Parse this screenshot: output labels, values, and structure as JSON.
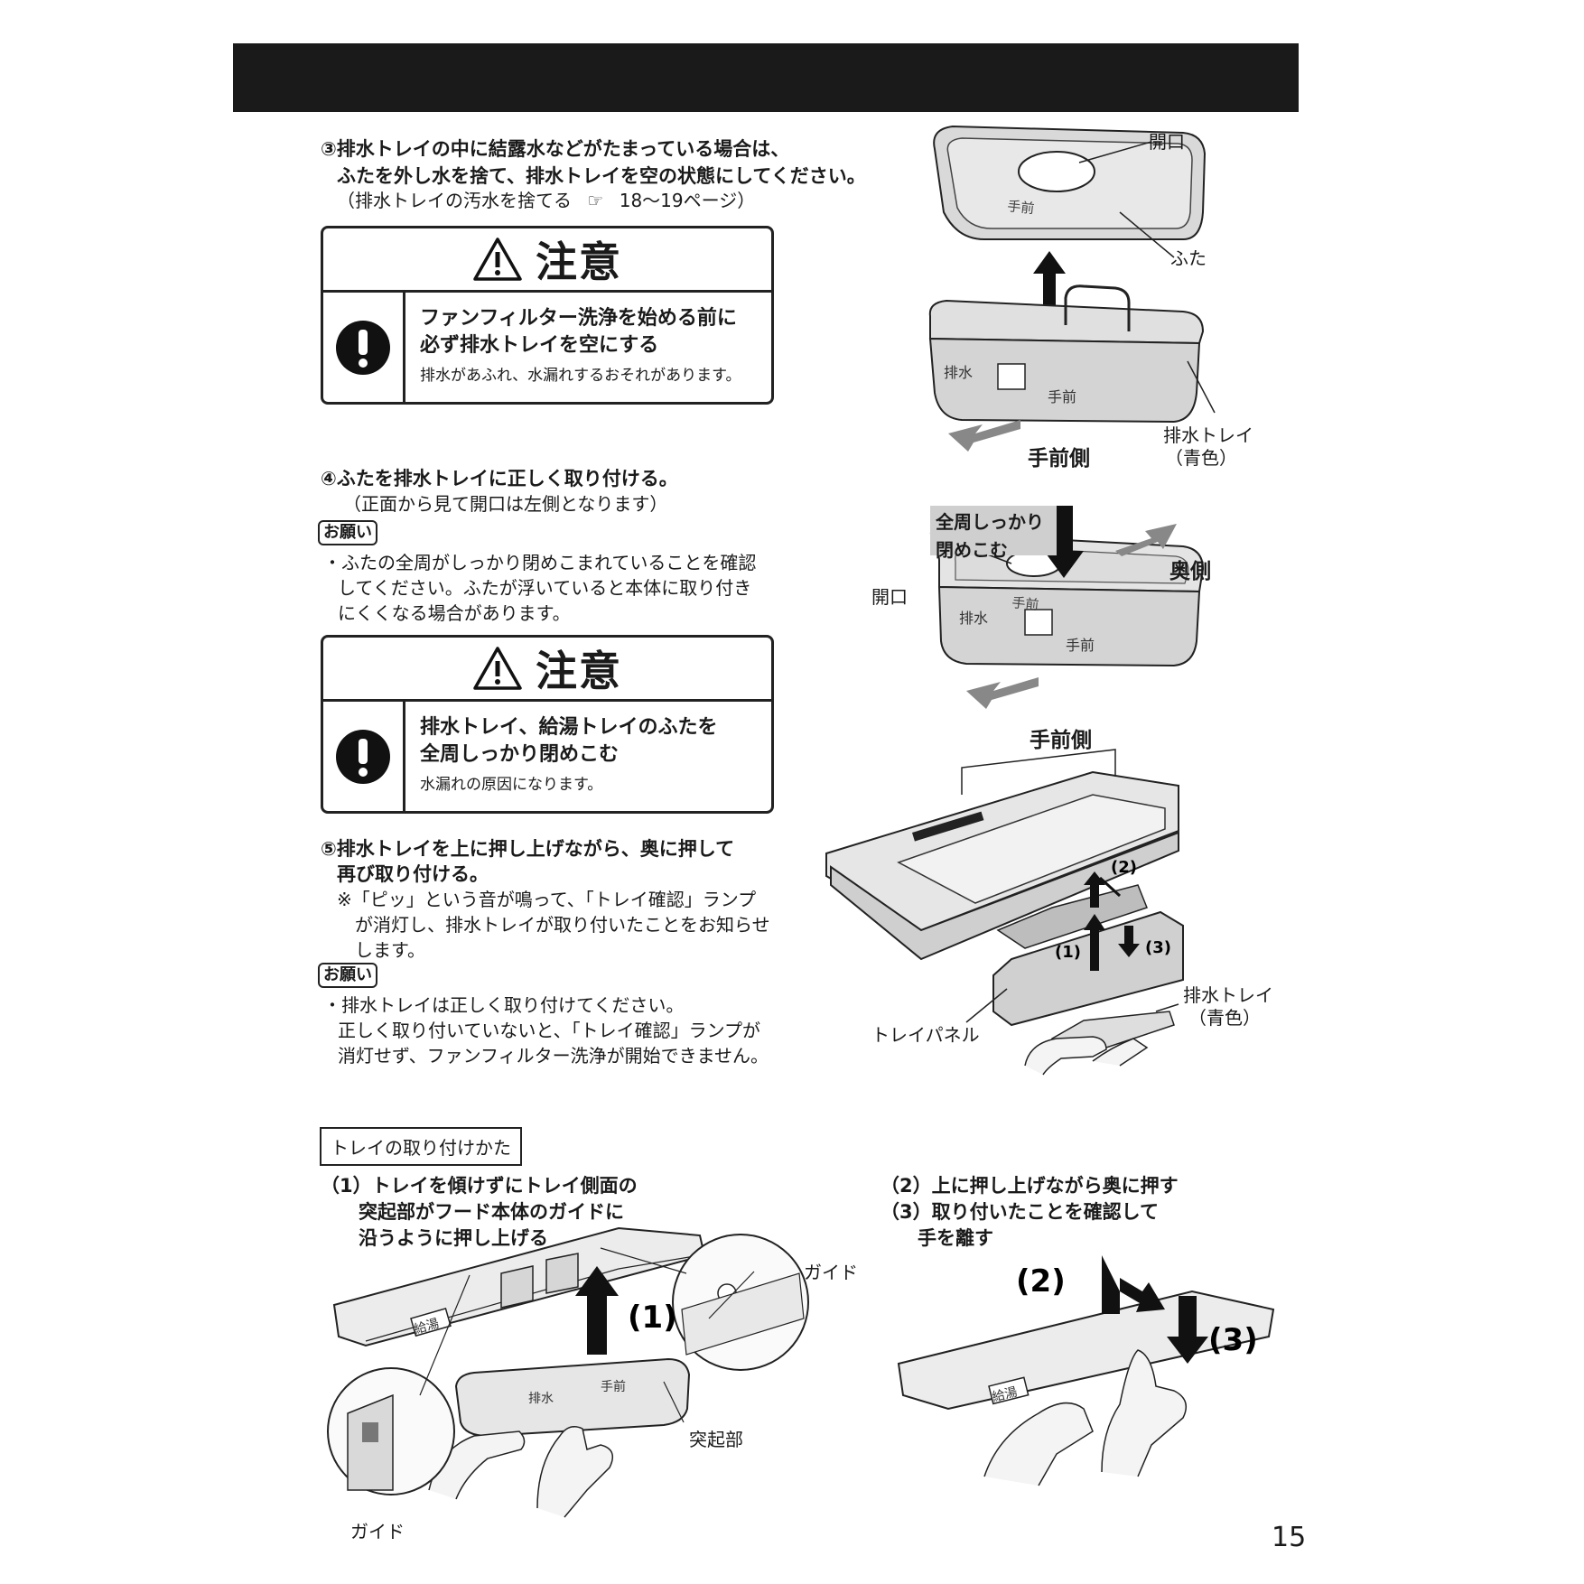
{
  "step3": {
    "line1": "③排水トレイの中に結露水などがたまっている場合は、",
    "line2": "ふたを外し水を捨て、排水トレイを空の状態にしてください。",
    "ref_prefix": "（排水トレイの汚水を捨てる",
    "ref_suffix": "18〜19ページ）"
  },
  "caution1": {
    "title": "注意",
    "main_line1": "ファンフィルター洗浄を始める前に",
    "main_line2": "必ず排水トレイを空にする",
    "sub": "排水があふれ、水漏れするおそれがあります。"
  },
  "figure1": {
    "opening": "開口",
    "lid": "ふた",
    "front_side": "手前側",
    "drain_tray": "排水トレイ",
    "blue": "（青色）",
    "front_text": "手前",
    "drain_text": "排水"
  },
  "step4": {
    "line1": "④ふたを排水トレイに正しく取り付ける。",
    "line2": "（正面から見て開口は左側となります）"
  },
  "onegai1": {
    "tag": "お願い",
    "line1": "・ふたの全周がしっかり閉めこまれていることを確認",
    "line2": "してください。ふたが浮いていると本体に取り付き",
    "line3": "にくくなる場合があります。"
  },
  "caution2": {
    "title": "注意",
    "main_line1": "排水トレイ、給湯トレイのふたを",
    "main_line2": "全周しっかり閉めこむ",
    "sub": "水漏れの原因になります。"
  },
  "figure2": {
    "close_line1": "全周しっかり",
    "close_line2": "閉めこむ",
    "back_side": "奥側",
    "opening": "開口",
    "front_side": "手前側"
  },
  "step5": {
    "line1": "⑤排水トレイを上に押し上げながら、奥に押して",
    "line2": "再び取り付ける。",
    "note1": "※「ピッ」という音が鳴って、「トレイ確認」ランプ",
    "note2": "が消灯し、排水トレイが取り付いたことをお知らせ",
    "note3": "します。"
  },
  "onegai2": {
    "tag": "お願い",
    "line1": "・排水トレイは正しく取り付けてください。",
    "line2": "正しく取り付いていないと、「トレイ確認」ランプが",
    "line3": "消灯せず、ファンフィルター洗浄が開始できません。"
  },
  "figure3": {
    "step2": "(2)",
    "step1": "(1)",
    "step3": "(3)",
    "tray_panel": "トレイパネル",
    "drain_tray": "排水トレイ",
    "blue": "（青色）"
  },
  "how_to": {
    "title": "トレイの取り付けかた",
    "left_line1": "（1）トレイを傾けずにトレイ側面の",
    "left_line2": "突起部がフード本体のガイドに",
    "left_line3": "沿うように押し上げる",
    "right_line1": "（2）上に押し上げながら奥に押す",
    "right_line2": "（3）取り付いたことを確認して",
    "right_line3": "手を離す",
    "guide_top": "ガイド",
    "guide_bottom": "ガイド",
    "protrusion": "突起部",
    "big1": "(1)",
    "big2": "(2)",
    "big3": "(3)",
    "supply_text": "給湯"
  },
  "page_number": "15"
}
